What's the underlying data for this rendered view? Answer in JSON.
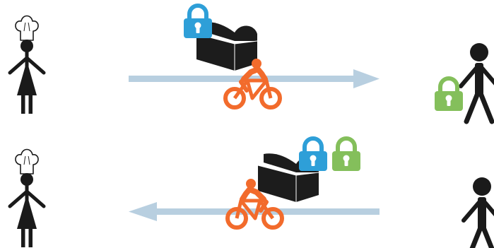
{
  "colors": {
    "background": "#ffffff",
    "figure": "#1a1a1a",
    "arrow": "#b8cfe0",
    "cyclist": "#f26b2c",
    "lock_blue": "#2e9fd8",
    "lock_green": "#84bf5b",
    "chest": "#1c1c1c"
  },
  "steps": [
    {
      "direction": "right",
      "sender": "chef-woman",
      "receiver": "man",
      "courier": "cyclist",
      "cargo": "chest",
      "locks_on_chest": [
        "blue"
      ],
      "receiver_holds_lock": "green"
    },
    {
      "direction": "left",
      "sender": "man",
      "receiver": "chef-woman",
      "courier": "cyclist",
      "cargo": "chest",
      "locks_on_chest": [
        "blue",
        "green"
      ]
    }
  ],
  "icons": [
    "chef-woman-icon",
    "man-icon",
    "cyclist-icon",
    "treasure-chest-icon",
    "padlock-icon",
    "arrow-right-icon",
    "arrow-left-icon"
  ]
}
